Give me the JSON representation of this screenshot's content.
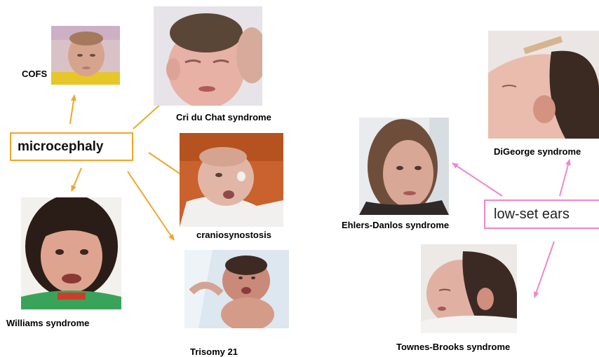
{
  "colors": {
    "microcephaly_accent": "#f0a62a",
    "low_set_ears_accent": "#ef86cf"
  },
  "hubs": {
    "microcephaly": "microcephaly",
    "low_set_ears": "low-set ears"
  },
  "labels": {
    "cofs": "COFS",
    "cri_du_chat": "Cri du Chat syndrome",
    "craniosynostosis": "craniosynostosis",
    "williams": "Williams syndrome",
    "trisomy21": "Trisomy 21",
    "ehlers_danlos": "Ehlers-Danlos syndrome",
    "digeorge": "DiGeorge syndrome",
    "townes_brooks": "Townes-Brooks syndrome"
  }
}
